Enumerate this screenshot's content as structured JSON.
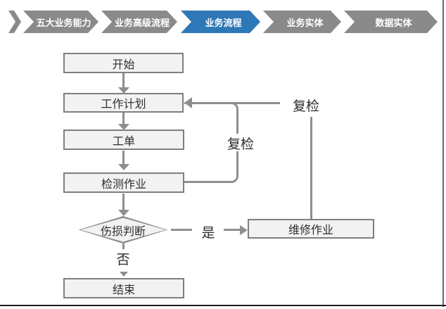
{
  "nav": {
    "items": [
      {
        "label": "五大业务能力",
        "active": false
      },
      {
        "label": "业务高级流程",
        "active": false
      },
      {
        "label": "业务流程",
        "active": true
      },
      {
        "label": "业务实体",
        "active": false
      },
      {
        "label": "数据实体",
        "active": false
      }
    ],
    "colors": {
      "active": "#2e78b7",
      "inactive": "#8a8a8a",
      "text": "#ffffff"
    }
  },
  "flowchart": {
    "nodes": {
      "start": "开始",
      "plan": "工作计划",
      "order": "工单",
      "inspect": "检测作业",
      "decision": "伤损判断",
      "repair": "维修作业",
      "end": "结束"
    },
    "edge_labels": {
      "yes": "是",
      "no": "否",
      "recheck_inspect": "复检",
      "recheck_repair": "复检"
    },
    "colors": {
      "connector": "#8f8f8f",
      "node_fill": "#f2f2f2",
      "node_border": "#7f7f7f"
    }
  }
}
